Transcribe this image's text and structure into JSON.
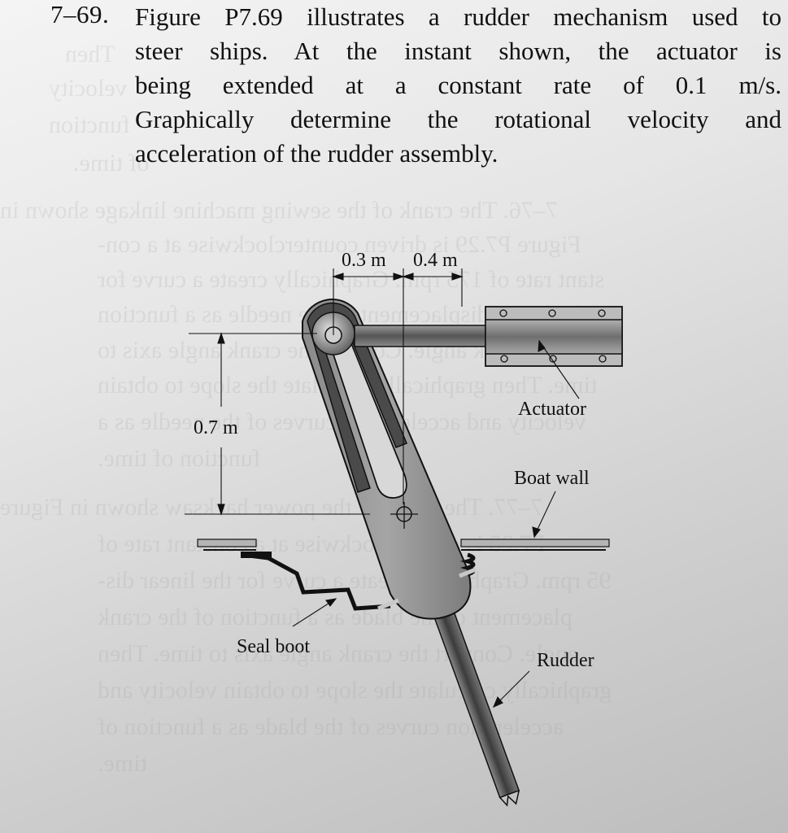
{
  "problem": {
    "number": "7–69.",
    "lines": [
      "Figure P7.69 illustrates a rudder mechanism used to",
      "steer ships. At the instant shown, the actuator is",
      "being extended at a constant rate of 0.1 m/s.",
      "Graphically determine the rotational velocity and",
      "acceleration of the rudder assembly."
    ]
  },
  "figure": {
    "dimensions": {
      "horizontal_1": "0.3 m",
      "horizontal_2": "0.4 m",
      "vertical": "0.7 m"
    },
    "labels": {
      "actuator": "Actuator",
      "boat_wall": "Boat wall",
      "seal_boot": "Seal boot",
      "rudder": "Rudder"
    }
  },
  "bleed_through": [
    "Then",
    "velocity",
    "function",
    "of time.",
    "7–76. The crank of the sewing machine linkage shown in",
    "Figure P7.29 is driven counterclockwise at a con-",
    "stant rate of 175 rpm. Graphically create a curve for",
    "the linear displacement of the needle as a function",
    "of the crank angle. Convert the crank angle axis to",
    "time. Then graphically calculate the slope to obtain",
    "velocity and acceleration curves of the needle as a",
    "function of time.",
    "7–77. The crank of the power hacksaw shown in Figure",
    "P7.25 is driven clockwise at a constant rate of",
    "95 rpm. Graphically create a curve for the linear dis-",
    "placement of the blade as a function of the crank",
    "angle. Convert the crank angle axis to time. Then",
    "graphically calculate the slope to obtain velocity and",
    "acceleration curves of the blade as a function of",
    "time."
  ]
}
